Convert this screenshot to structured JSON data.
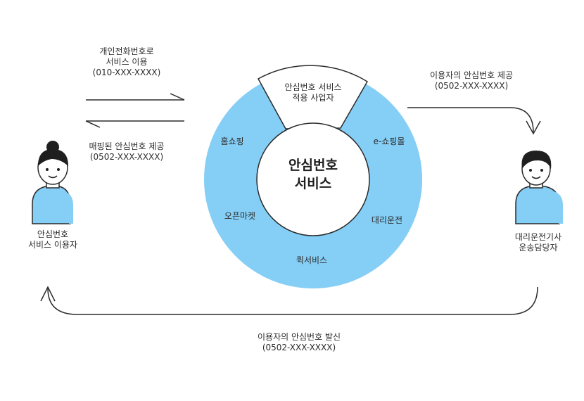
{
  "diagram": {
    "center": {
      "line1": "안심번호",
      "line2": "서비스"
    },
    "top_segment": {
      "line1": "안심번호 서비스",
      "line2": "적용 사업자"
    },
    "segments": [
      "홈쇼핑",
      "e-쇼핑몰",
      "오픈마켓",
      "대리운전",
      "퀵서비스"
    ],
    "left_person": {
      "line1": "안심번호",
      "line2": "서비스 이용자"
    },
    "right_person": {
      "line1": "대리운전기사",
      "line2": "운송담당자"
    },
    "arrow_to_service": {
      "line1": "개인전화번호로",
      "line2": "서비스 이용",
      "line3": "(010-XXX-XXXX)"
    },
    "arrow_from_service": {
      "line1": "매핑된 안심번호 제공",
      "line2": "(0502-XXX-XXXX)"
    },
    "arrow_to_driver": {
      "line1": "이용자의 안심번호 제공",
      "line2": "(0502-XXX-XXXX)"
    },
    "arrow_call": {
      "line1": "이용자의 안심번호 발신",
      "line2": "(0502-XXX-XXXX)"
    }
  },
  "colors": {
    "ring": "#85cef5",
    "line": "#2b2b2b",
    "shirt": "#85cef5",
    "background": "#ffffff"
  }
}
